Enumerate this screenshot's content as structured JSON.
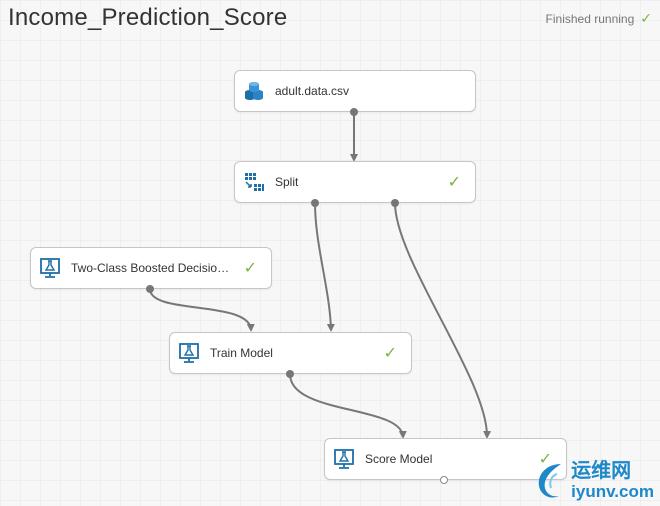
{
  "experiment": {
    "title": "Income_Prediction_Score",
    "status": "Finished running"
  },
  "nodes": {
    "dataset": {
      "label": "adult.data.csv",
      "icon": "dataset-icon",
      "completed": false
    },
    "split": {
      "label": "Split",
      "icon": "split-data-icon",
      "completed": true
    },
    "algorithm": {
      "label": "Two-Class Boosted Decision T...",
      "icon": "flask-monitor-icon",
      "completed": true
    },
    "train": {
      "label": "Train Model",
      "icon": "flask-monitor-icon",
      "completed": true
    },
    "score": {
      "label": "Score Model",
      "icon": "flask-monitor-icon",
      "completed": true
    }
  },
  "watermark": {
    "chinese": "运维网",
    "url": "iyunv.com"
  },
  "colors": {
    "check": "#7cb342",
    "icon_blue": "#1e6fa8",
    "wire": "#777777",
    "watermark": "#1e88c8"
  }
}
